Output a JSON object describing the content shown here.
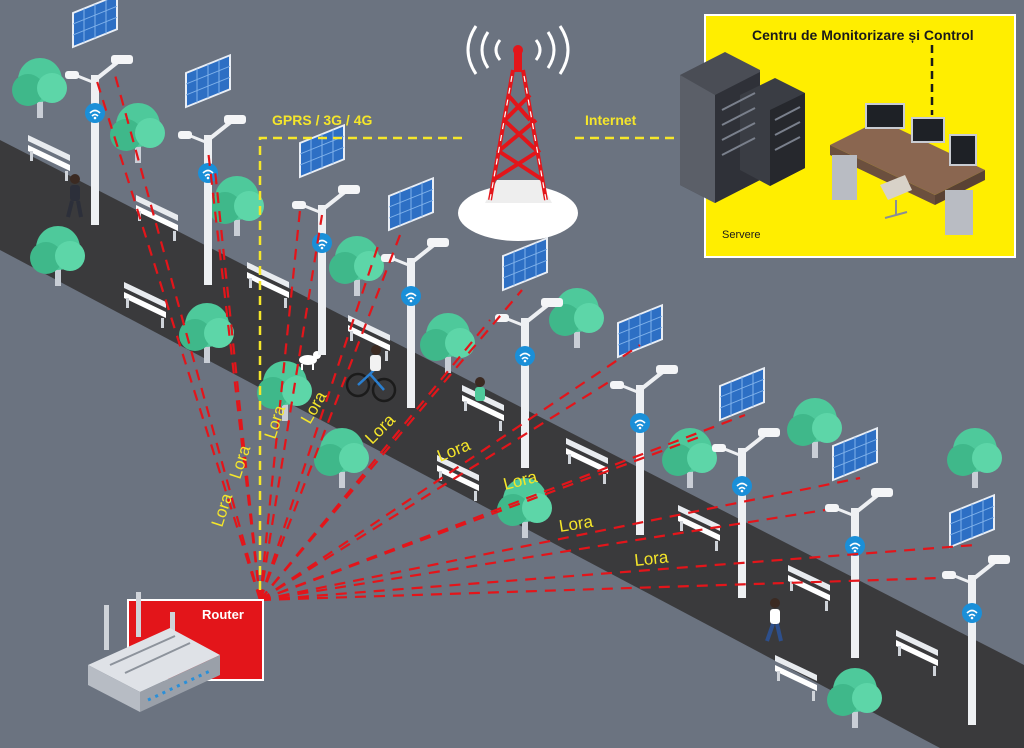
{
  "labels": {
    "monitoring_center": "Centru de Monitorizare și Control",
    "servers": "Servere",
    "gprs": "GPRS / 3G / 4G",
    "internet": "Internet",
    "router": "Router",
    "lora": "Lora"
  },
  "colors": {
    "background": "#6b7380",
    "road": "#3a3a3c",
    "monitoring_box": "#ffee00",
    "router_box": "#e3151a",
    "lora_link": "#e3151a",
    "backhaul_link": "#f5e62a",
    "tree": "#4ec99b",
    "wifi_badge": "#1a8fd8"
  },
  "icons": [
    "solar-panel-icon",
    "wifi-icon",
    "tree-icon",
    "bench-icon",
    "cell-tower-icon",
    "server-rack-icon",
    "workstation-icon",
    "router-icon",
    "pedestrian-icon",
    "cyclist-icon",
    "dog-icon"
  ]
}
